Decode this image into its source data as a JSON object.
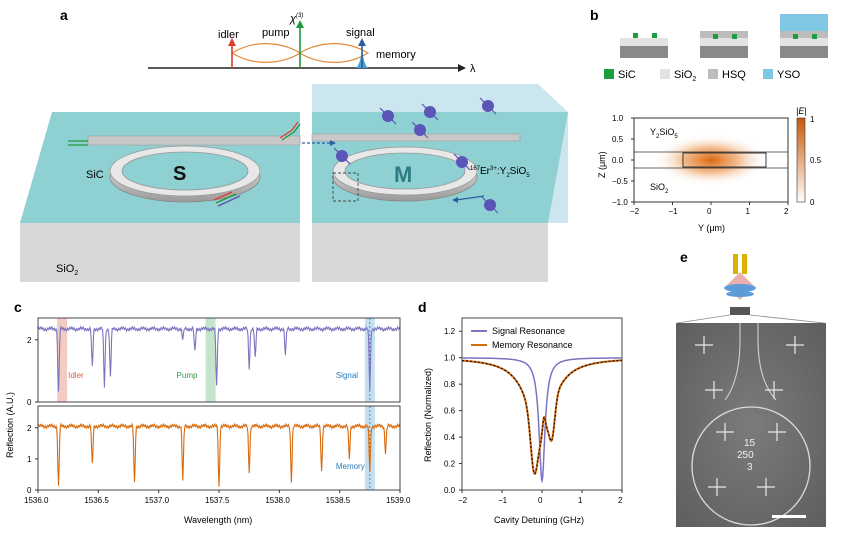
{
  "panels": {
    "a": "a",
    "b": "b",
    "c": "c",
    "d": "d",
    "e": "e"
  },
  "panel_a": {
    "idler": "idler",
    "pump": "pump",
    "chi": "χ",
    "chi_sup": "(3)",
    "signal": "signal",
    "memory": "memory",
    "lambda": "λ",
    "sic": "SiC",
    "sio2": "SiO",
    "sio2_sub": "2",
    "ring_s": "S",
    "ring_m": "M",
    "er_label_pre": "167",
    "er_label": "Er",
    "er_sup": "3+",
    "er_rest": ":Y",
    "er_sub1": "2",
    "er_mid": "SiO",
    "er_sub2": "5"
  },
  "panel_b": {
    "legend": [
      {
        "label": "SiC",
        "color": "#1a9e3e"
      },
      {
        "label": "SiO",
        "sub": "2",
        "color": "#e3e3e3"
      },
      {
        "label": "HSQ",
        "color": "#bdbdbd"
      },
      {
        "label": "YSO",
        "color": "#7fc7e3"
      }
    ],
    "map_label_top_pre": "Y",
    "map_label_top_sub1": "2",
    "map_label_top_mid": "SiO",
    "map_label_top_sub2": "5",
    "map_label_bottom": "SiO",
    "map_label_bottom_sub": "2",
    "ylabel": "Z (μm)",
    "xlabel": "Y (μm)",
    "xticks": [
      "−2",
      "−1",
      "0",
      "1",
      "2"
    ],
    "yticks": [
      "1.0",
      "0.5",
      "0.0",
      "−0.5",
      "−1.0"
    ],
    "cbar_label": "|E|",
    "cbar_ticks": [
      "1",
      "0.5",
      "0"
    ]
  },
  "chart_data": [
    {
      "type": "line",
      "panel": "c",
      "xlabel": "Wavelength (nm)",
      "ylabel": "Reflection (A.U.)",
      "xlim": [
        1536.0,
        1539.0
      ],
      "xticks": [
        "1536.0",
        "1536.5",
        "1537.0",
        "1537.5",
        "1538.0",
        "1538.5",
        "1539.0"
      ],
      "top": {
        "ylim": [
          0,
          2.7
        ],
        "yticks": [
          "0",
          "2"
        ],
        "color": "#7b74c0",
        "baseline": 2.35,
        "dips": [
          [
            1536.17,
            0.3
          ],
          [
            1536.45,
            1.1
          ],
          [
            1536.55,
            0.5
          ],
          [
            1536.6,
            0.8
          ],
          [
            1537.2,
            2.0
          ],
          [
            1537.3,
            1.6
          ],
          [
            1537.48,
            0.5
          ],
          [
            1537.75,
            1.1
          ],
          [
            1537.8,
            1.4
          ],
          [
            1538.05,
            1.5
          ],
          [
            1538.75,
            0.4
          ]
        ],
        "annotations": [
          {
            "x": 1536.2,
            "label": "Idler",
            "color": "#e05c3b",
            "band": "#eda898"
          },
          {
            "x": 1537.43,
            "label": "Pump",
            "color": "#2f9a3f",
            "band": "#9fd2a8"
          },
          {
            "x": 1538.75,
            "label": "Signal",
            "color": "#2a7ab8",
            "band": "#9cc9e6"
          }
        ]
      },
      "bottom": {
        "ylim": [
          0,
          2.7
        ],
        "yticks": [
          "0",
          "1",
          "2"
        ],
        "color": "#d96a0c",
        "baseline": 2.05,
        "dips": [
          [
            1536.17,
            0.1
          ],
          [
            1536.45,
            0.8
          ],
          [
            1536.8,
            0.2
          ],
          [
            1537.2,
            0.3
          ],
          [
            1537.5,
            0.1
          ],
          [
            1537.75,
            0.6
          ],
          [
            1538.1,
            0.3
          ],
          [
            1538.35,
            0.6
          ],
          [
            1538.58,
            1.0
          ],
          [
            1538.75,
            0.6
          ],
          [
            1538.88,
            1.2
          ]
        ],
        "annotations": [
          {
            "x": 1538.75,
            "label": "Memory",
            "color": "#2a7ab8",
            "band": "#9cc9e6"
          }
        ]
      }
    },
    {
      "type": "line",
      "panel": "d",
      "xlabel": "Cavity Detuning (GHz)",
      "ylabel": "Reflection (Normalized)",
      "xlim": [
        -2,
        2
      ],
      "ylim": [
        0,
        1.3
      ],
      "xticks": [
        "−2",
        "−1",
        "0",
        "1",
        "2"
      ],
      "yticks": [
        "0.0",
        "0.2",
        "0.4",
        "0.6",
        "0.8",
        "1.0",
        "1.2"
      ],
      "series": [
        {
          "name": "Signal Resonance",
          "color": "#7b74c0"
        },
        {
          "name": "Memory Resonance",
          "color": "#d96a0c"
        }
      ]
    }
  ],
  "panel_e": {
    "marks": [
      "15",
      "250",
      "3"
    ]
  }
}
